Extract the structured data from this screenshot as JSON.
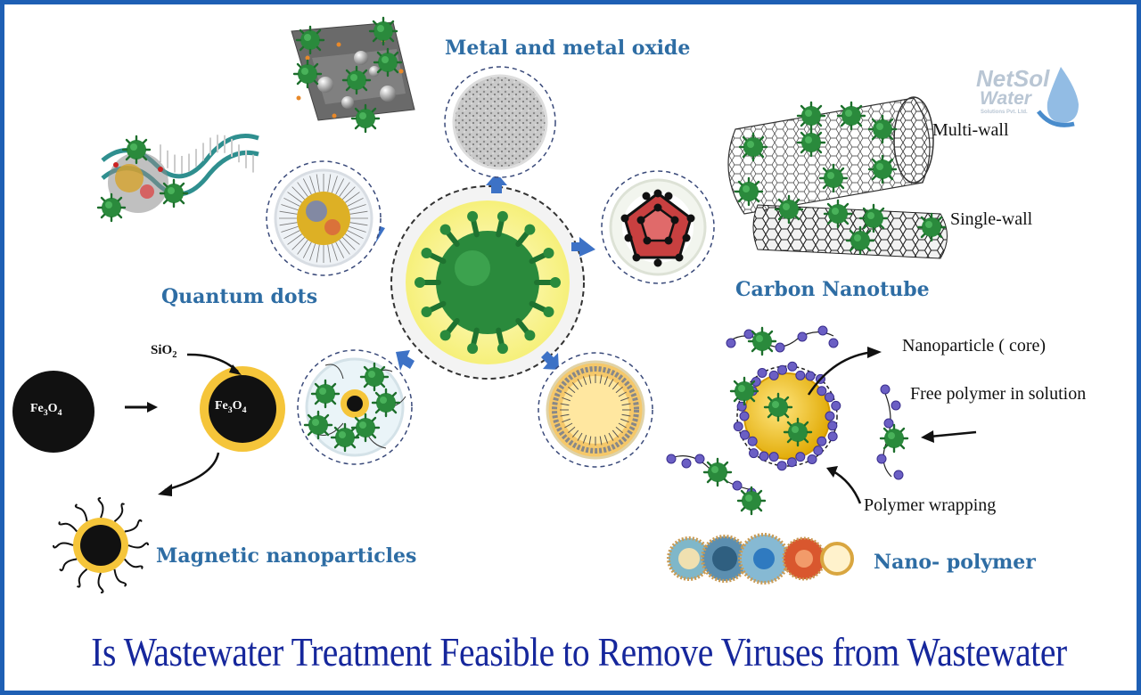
{
  "title": "Is Wastewater Treatment Feasible to Remove Viruses from Wastewater",
  "logo": {
    "name": "NetSol",
    "sub": "Water",
    "tag": "Solutions Pvt. Ltd."
  },
  "categories": {
    "metal": "Metal and metal oxide",
    "quantum": "Quantum dots",
    "carbon": "Carbon Nanotube",
    "magnetic": "Magnetic nanoparticles",
    "polymer": "Nano- polymer"
  },
  "carbon_labels": {
    "multi": "Multi-wall",
    "single": "Single-wall"
  },
  "magnetic_labels": {
    "core1": "Fe3O4",
    "coat": "SiO2",
    "core2": "Fe3O4"
  },
  "polymer_labels": {
    "core": "Nanoparticle ( core)",
    "free": "Free polymer in solution",
    "wrap": "Polymer wrapping"
  },
  "colors": {
    "title": "#16279c",
    "label": "#2e6da4",
    "arrow": "#3d72c6",
    "virus": "#2a8a3c",
    "border": "#1e5fb4"
  },
  "icons": [
    "virus-icon",
    "arrow-icon",
    "nanotube-icon",
    "fullerene-icon",
    "dna-icon",
    "magnetic-particle-icon",
    "polymer-icon",
    "water-drop-icon"
  ]
}
